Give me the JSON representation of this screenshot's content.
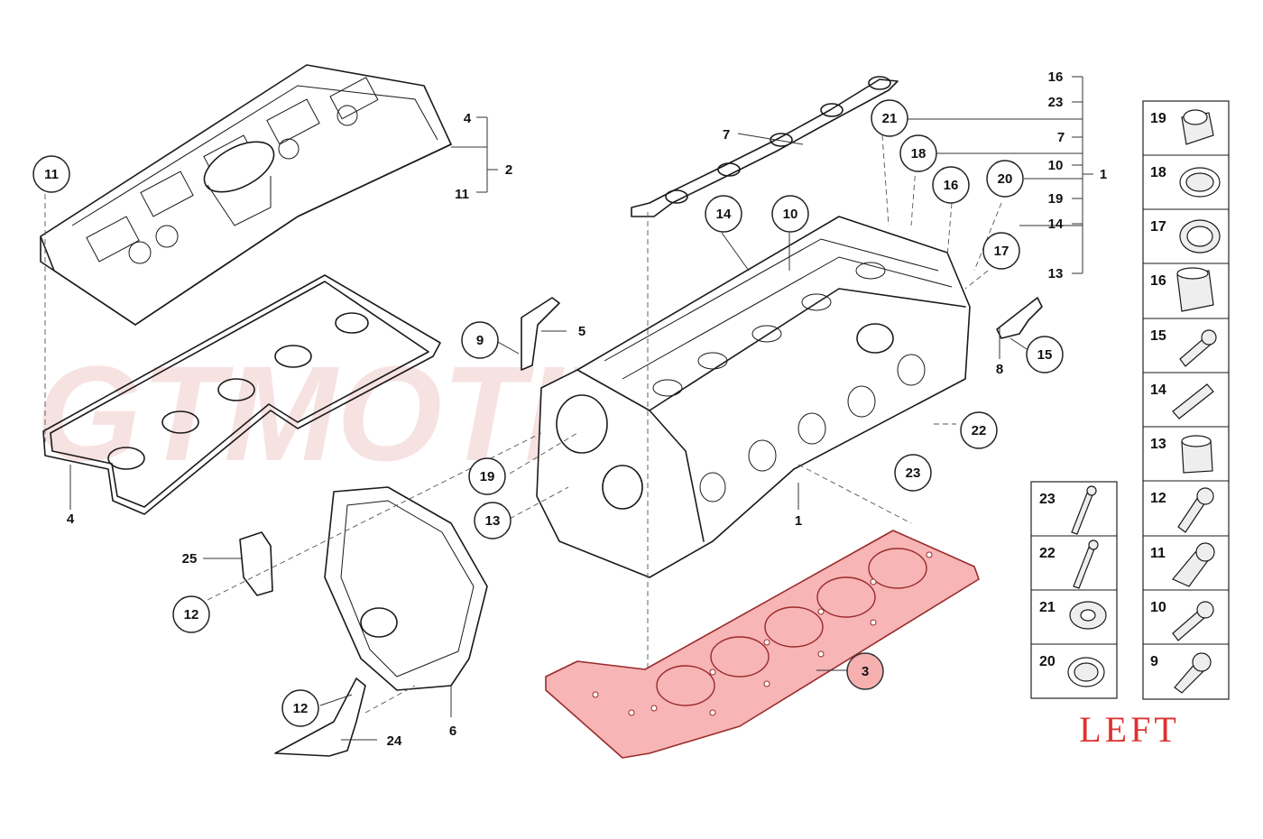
{
  "watermark": "GTMOTIVE",
  "side_label": "LEFT",
  "callouts": {
    "c11": "11",
    "c14": "14",
    "c10": "10",
    "c16": "16",
    "c17": "17",
    "c18": "18",
    "c20": "20",
    "c21": "21",
    "c22": "22",
    "c23": "23",
    "c9": "9",
    "c19": "19",
    "c13": "13",
    "c12a": "12",
    "c12b": "12",
    "c15": "15",
    "c3": "3"
  },
  "labels": {
    "l4a": "4",
    "l2": "2",
    "l11": "11",
    "l4b": "4",
    "l5": "5",
    "l7": "7",
    "l8": "8",
    "l1a": "1",
    "l1b": "1",
    "l6": "6",
    "l25": "25",
    "l24": "24"
  },
  "assembly_list": [
    "16",
    "23",
    "7",
    "10",
    "19",
    "14",
    "13"
  ],
  "assembly_number": "1",
  "right_table": [
    "19",
    "18",
    "17",
    "16",
    "15",
    "14",
    "13",
    "12",
    "11",
    "10",
    "9"
  ],
  "left_table": [
    "23",
    "22",
    "21",
    "20"
  ],
  "colors": {
    "highlight": "#f7b5b5",
    "label_red": "#e03030"
  }
}
